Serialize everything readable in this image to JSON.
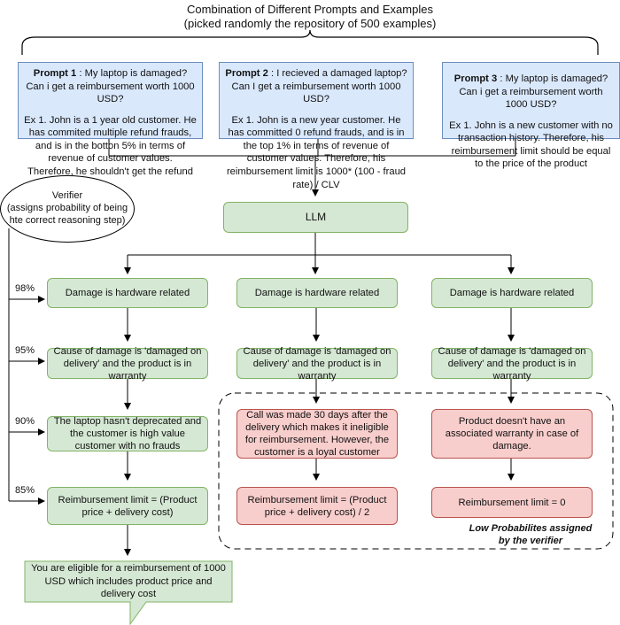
{
  "header": {
    "title_line1": "Combination of Different Prompts and Examples",
    "title_line2": "(picked randomly the repository of 500 examples)"
  },
  "prompts": [
    {
      "label": "Prompt 1",
      "question": " : My laptop is damaged? Can i get a reimbursement worth 1000 USD?",
      "example": "Ex 1. John is a 1 year old customer. He has commited multiple refund frauds, and is in the botton 5% in terms of revenue of customer values. Therefore, he shouldn't get the refund"
    },
    {
      "label": "Prompt 2",
      "question": " : I recieved a damaged laptop? Can I get a reimbursement worth 1000 USD?",
      "example": "Ex 1. John is a new year customer. He has committed 0 refund frauds, and is in the top 1% in terms of revenue of customer values. Therefore, his reimbursement limit is 1000* (100 - fraud rate) / CLV"
    },
    {
      "label": "Prompt 3",
      "question": " : My laptop is damaged? Can i get a reimbursement worth 1000 USD?",
      "example": "Ex 1. John is a new customer with no transaction history. Therefore, his reimbursement limit should be equal to the price of the product"
    }
  ],
  "verifier": {
    "title": "Verifier",
    "description": "(assigns probability of being hte correct reasoning step)"
  },
  "llm_label": "LLM",
  "percentages": [
    "98%",
    "95%",
    "90%",
    "85%"
  ],
  "branches": {
    "left": {
      "step1": "Damage is hardware related",
      "step2": "Cause of damage is 'damaged on delivery' and the product is in warranty",
      "step3": "The laptop hasn't deprecated and the customer is high value customer with no frauds",
      "step4": "Reimbursement limit = (Product price + delivery cost)"
    },
    "middle": {
      "step1": "Damage is hardware related",
      "step2": "Cause of damage is 'damaged on delivery' and the product is in warranty",
      "step3": "Call was made 30 days after the delivery which makes it ineligible for reimbursement. However, the customer is a loyal customer",
      "step4": "Reimbursement limit = (Product price + delivery cost) / 2"
    },
    "right": {
      "step1": "Damage is hardware related",
      "step2": "Cause of damage is 'damaged on delivery' and the product is in warranty",
      "step3": "Product doesn't have an associated warranty in case of damage.",
      "step4": "Reimbursement limit = 0"
    }
  },
  "low_prob_note": "Low Probabilites assigned by the verifier",
  "final_answer": "You are eligible for a reimbursement of 1000 USD which includes product price and delivery cost",
  "colors": {
    "prompt_fill": "#dae8fc",
    "prompt_stroke": "#6c8ebf",
    "good_fill": "#d5e8d4",
    "good_stroke": "#82b366",
    "bad_fill": "#f8cecc",
    "bad_stroke": "#b85450"
  }
}
